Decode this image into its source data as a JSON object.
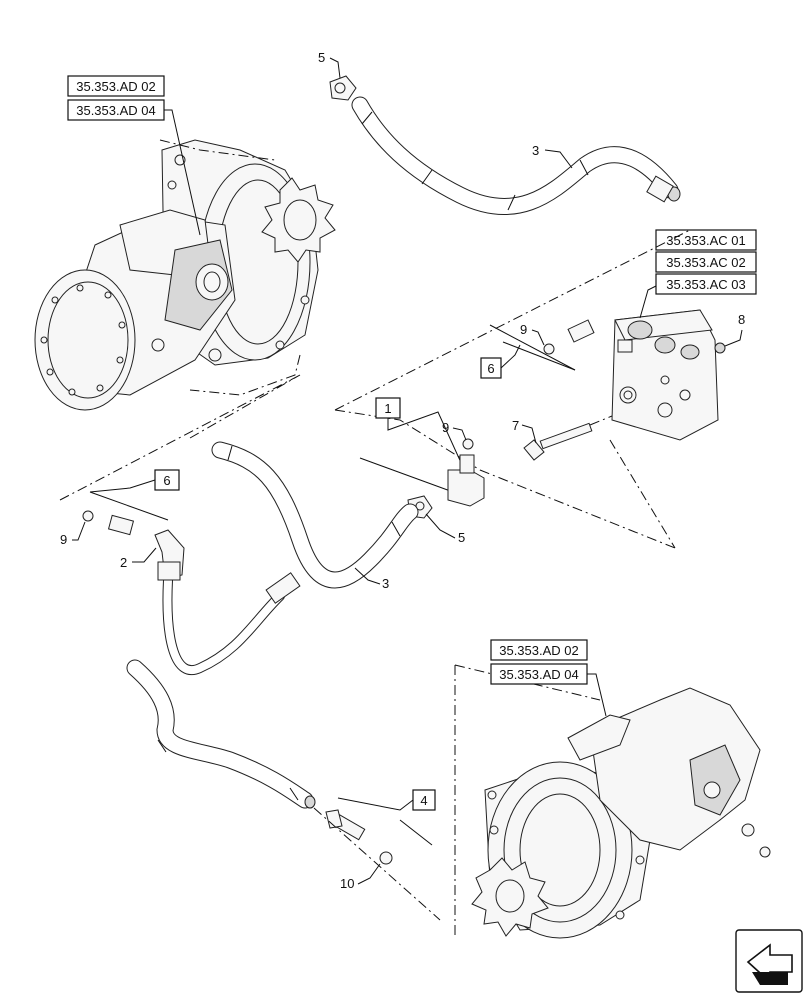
{
  "diagram": {
    "reference_boxes": [
      {
        "id": "ref-top-left-1",
        "text": "35.353.AD 02"
      },
      {
        "id": "ref-top-left-2",
        "text": "35.353.AD 04"
      },
      {
        "id": "ref-right-1",
        "text": "35.353.AC 01"
      },
      {
        "id": "ref-right-2",
        "text": "35.353.AC 02"
      },
      {
        "id": "ref-right-3",
        "text": "35.353.AC 03"
      },
      {
        "id": "ref-bottom-1",
        "text": "35.353.AD 02"
      },
      {
        "id": "ref-bottom-2",
        "text": "35.353.AD 04"
      }
    ],
    "callout_boxes": [
      {
        "id": "box-1",
        "text": "1"
      },
      {
        "id": "box-4",
        "text": "4"
      },
      {
        "id": "box-6a",
        "text": "6"
      },
      {
        "id": "box-6b",
        "text": "6"
      }
    ],
    "callouts": [
      {
        "id": "c5-top",
        "text": "5"
      },
      {
        "id": "c3-top",
        "text": "3"
      },
      {
        "id": "c9-right",
        "text": "9"
      },
      {
        "id": "c8",
        "text": "8"
      },
      {
        "id": "c7",
        "text": "7"
      },
      {
        "id": "c9-mid",
        "text": "9"
      },
      {
        "id": "c5-mid",
        "text": "5"
      },
      {
        "id": "c9-left",
        "text": "9"
      },
      {
        "id": "c2",
        "text": "2"
      },
      {
        "id": "c3-mid",
        "text": "3"
      },
      {
        "id": "c10",
        "text": "10"
      }
    ]
  },
  "nav": {
    "icon": "arrow-navigation-icon"
  }
}
